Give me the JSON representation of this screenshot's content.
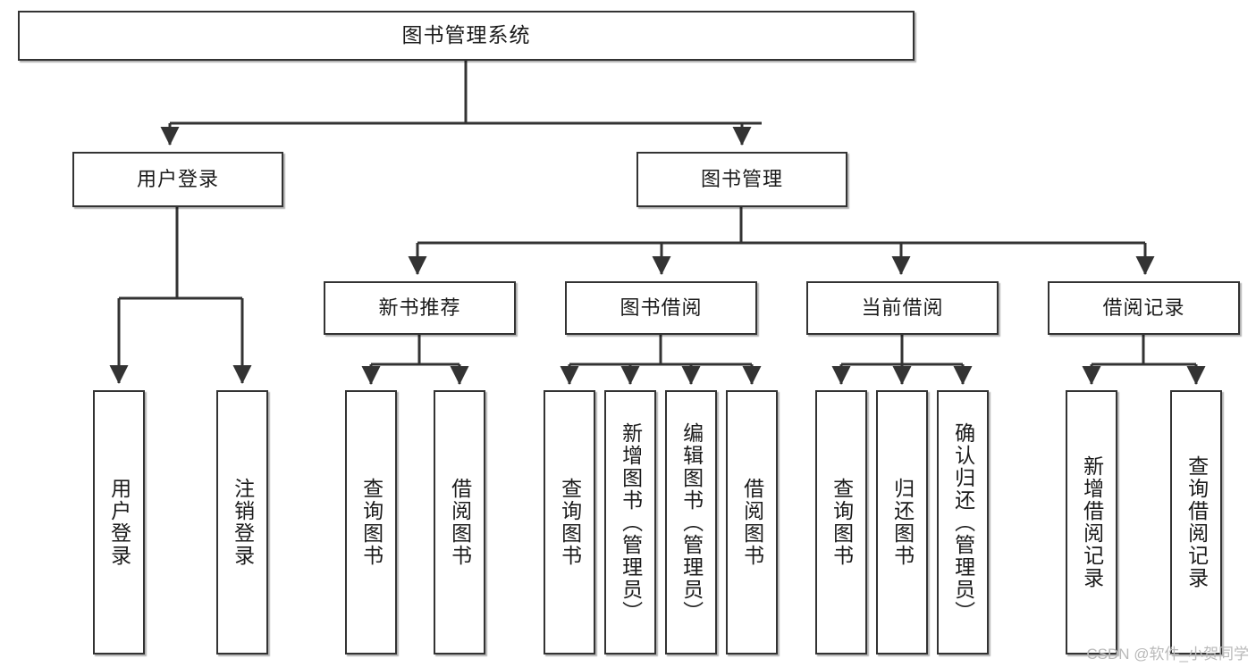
{
  "diagram": {
    "title": "图书管理系统",
    "type": "tree-hierarchy-diagram",
    "colors": {
      "box_border": "#333333",
      "box_fill": "#ffffff",
      "connector": "#333333",
      "text": "#1b1b1b",
      "watermark": "#b9b9b9",
      "background": "#ffffff"
    },
    "root": {
      "label": "图书管理系统"
    },
    "level2": [
      {
        "label": "用户登录"
      },
      {
        "label": "图书管理"
      }
    ],
    "level3": [
      {
        "label": "新书推荐"
      },
      {
        "label": "图书借阅"
      },
      {
        "label": "当前借阅"
      },
      {
        "label": "借阅记录"
      }
    ],
    "leaves": {
      "user_login": [
        {
          "label": "用户登录"
        },
        {
          "label": "注销登录"
        }
      ],
      "new_book_recommend": [
        {
          "label": "查询图书"
        },
        {
          "label": "借阅图书"
        }
      ],
      "book_borrow": [
        {
          "label": "查询图书"
        },
        {
          "label": "新增图书（管理员）"
        },
        {
          "label": "编辑图书（管理员）"
        },
        {
          "label": "借阅图书"
        }
      ],
      "current_borrow": [
        {
          "label": "查询图书"
        },
        {
          "label": "归还图书"
        },
        {
          "label": "确认归还（管理员）"
        }
      ],
      "borrow_records": [
        {
          "label": "新增借阅记录"
        },
        {
          "label": "查询借阅记录"
        }
      ]
    }
  },
  "watermark": {
    "text": "CSDN @软件_小贺同学"
  }
}
